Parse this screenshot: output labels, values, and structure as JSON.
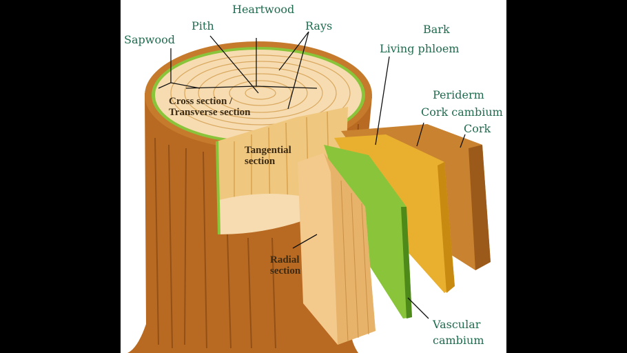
{
  "labels": {
    "heartwood": "Heartwood",
    "pith": "Pith",
    "rays": "Rays",
    "sapwood": "Sapwood",
    "bark": "Bark",
    "living_phloem": "Living phloem",
    "periderm": "Periderm",
    "cork_cambium": "Cork cambium",
    "cork": "Cork",
    "vascular_cambium_1": "Vascular",
    "vascular_cambium_2": "cambium"
  },
  "sections": {
    "cross_1": "Cross section /",
    "cross_2": "Transverse section",
    "tangential_1": "Tangential",
    "tangential_2": "section",
    "radial_1": "Radial",
    "radial_2": "section"
  },
  "colors": {
    "label": "#1f6b4e",
    "bark": "#b86a22",
    "wood": "#f2d09a",
    "cambium": "#8ac43a",
    "phloem": "#e9b030",
    "cork": "#c9822f"
  }
}
